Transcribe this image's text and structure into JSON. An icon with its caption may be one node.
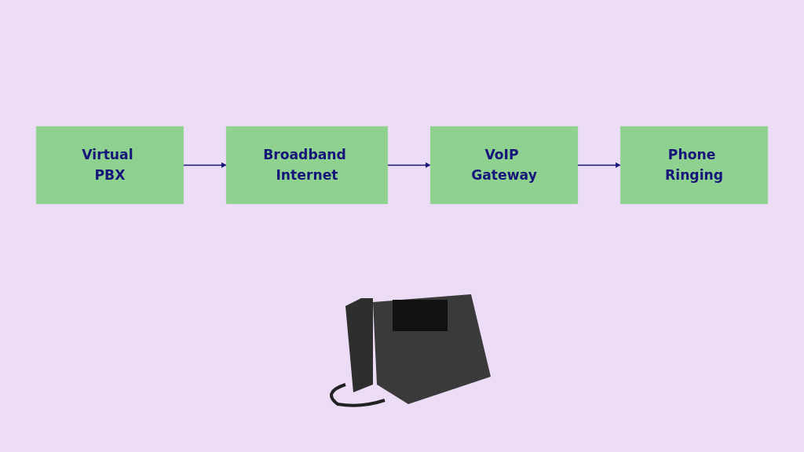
{
  "diagram": {
    "nodes": [
      {
        "text": [
          "Virtual PBX"
        ]
      },
      {
        "text": [
          "Broadband Internet"
        ]
      },
      {
        "text": [
          "VoIP Gateway"
        ]
      },
      {
        "text": [
          "Phone Ringing"
        ]
      }
    ],
    "edges": [
      {
        "from": 0,
        "to": 1,
        "arrow": "to"
      },
      {
        "from": 1,
        "to": 2,
        "arrow": "to"
      },
      {
        "from": 2,
        "to": 3,
        "arrow": "to"
      }
    ]
  }
}
